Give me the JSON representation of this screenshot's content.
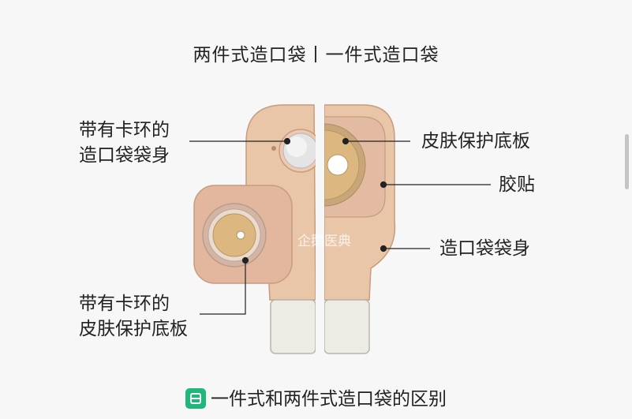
{
  "title": "两件式造口袋丨一件式造口袋",
  "labels": {
    "left_top_line1": "带有卡环的",
    "left_top_line2": "造口袋袋身",
    "left_bottom_line1": "带有卡环的",
    "left_bottom_line2": "皮肤保护底板",
    "right_1": "皮肤保护底板",
    "right_2": "胶贴",
    "right_3": "造口袋袋身"
  },
  "watermark": "企鹅医典",
  "caption": "一件式和两件式造口袋的区别",
  "icons": {
    "caption_icon": "book-icon"
  },
  "colors": {
    "bag": "#e9c6a8",
    "bag_outline": "#c79c7d",
    "flange": "#e2b79d",
    "wafer_gold": "#dcb880",
    "clip": "#ecebe4"
  }
}
